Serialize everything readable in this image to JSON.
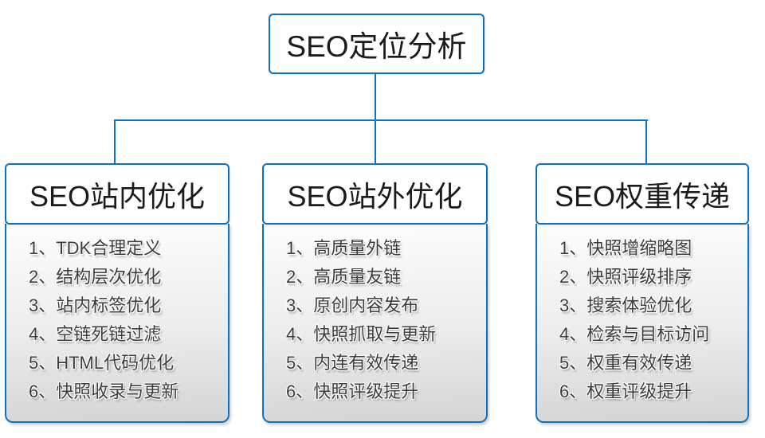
{
  "root": {
    "label": "SEO定位分析"
  },
  "branches": [
    {
      "title": "SEO站内优化",
      "items": [
        "1、TDK合理定义",
        "2、结构层次优化",
        "3、站内标签优化",
        "4、空链死链过滤",
        "5、HTML代码优化",
        "6、快照收录与更新"
      ]
    },
    {
      "title": "SEO站外优化",
      "items": [
        "1、高质量外链",
        "2、高质量友链",
        "3、原创内容发布",
        "4、快照抓取与更新",
        "5、内连有效传递",
        "6、快照评级提升"
      ]
    },
    {
      "title": "SEO权重传递",
      "items": [
        "1、快照增缩略图",
        "2、快照评级排序",
        "3、搜索体验优化",
        "4、检索与目标访问",
        "5、权重有效传递",
        "6、权重评级提升"
      ]
    }
  ],
  "colors": {
    "accent": "#0f72c0",
    "canvas_bg": "#ffffff",
    "node_bg": "#ffffff",
    "list_gradient_top": "#fdfdfd",
    "list_gradient_bottom": "#d5d5d5",
    "heading_text": "#1b1b1b",
    "item_text": "#3c3c3c"
  }
}
